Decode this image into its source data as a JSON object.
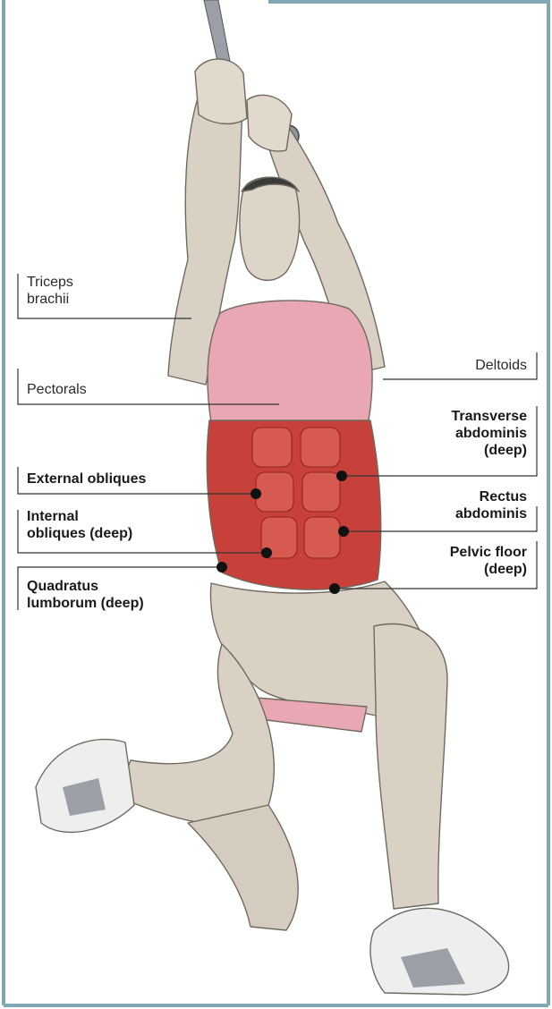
{
  "figure": {
    "accent_color": "#7fa8b4",
    "highlight_color": "#c8403a",
    "secondary_highlight_color": "#e8a7b2",
    "body_color": "#d9d2c4",
    "labels": {
      "triceps": "Triceps\nbrachii",
      "pectorals": "Pectorals",
      "deltoids": "Deltoids",
      "transverse": "Transverse\nabdominis\n(deep)",
      "external_obliques": "External obliques",
      "rectus": "Rectus\nabdominis",
      "internal_obliques": "Internal\nobliques (deep)",
      "pelvic_floor": "Pelvic floor\n(deep)",
      "quadratus": "Quadratus\nlumborum (deep)"
    }
  }
}
